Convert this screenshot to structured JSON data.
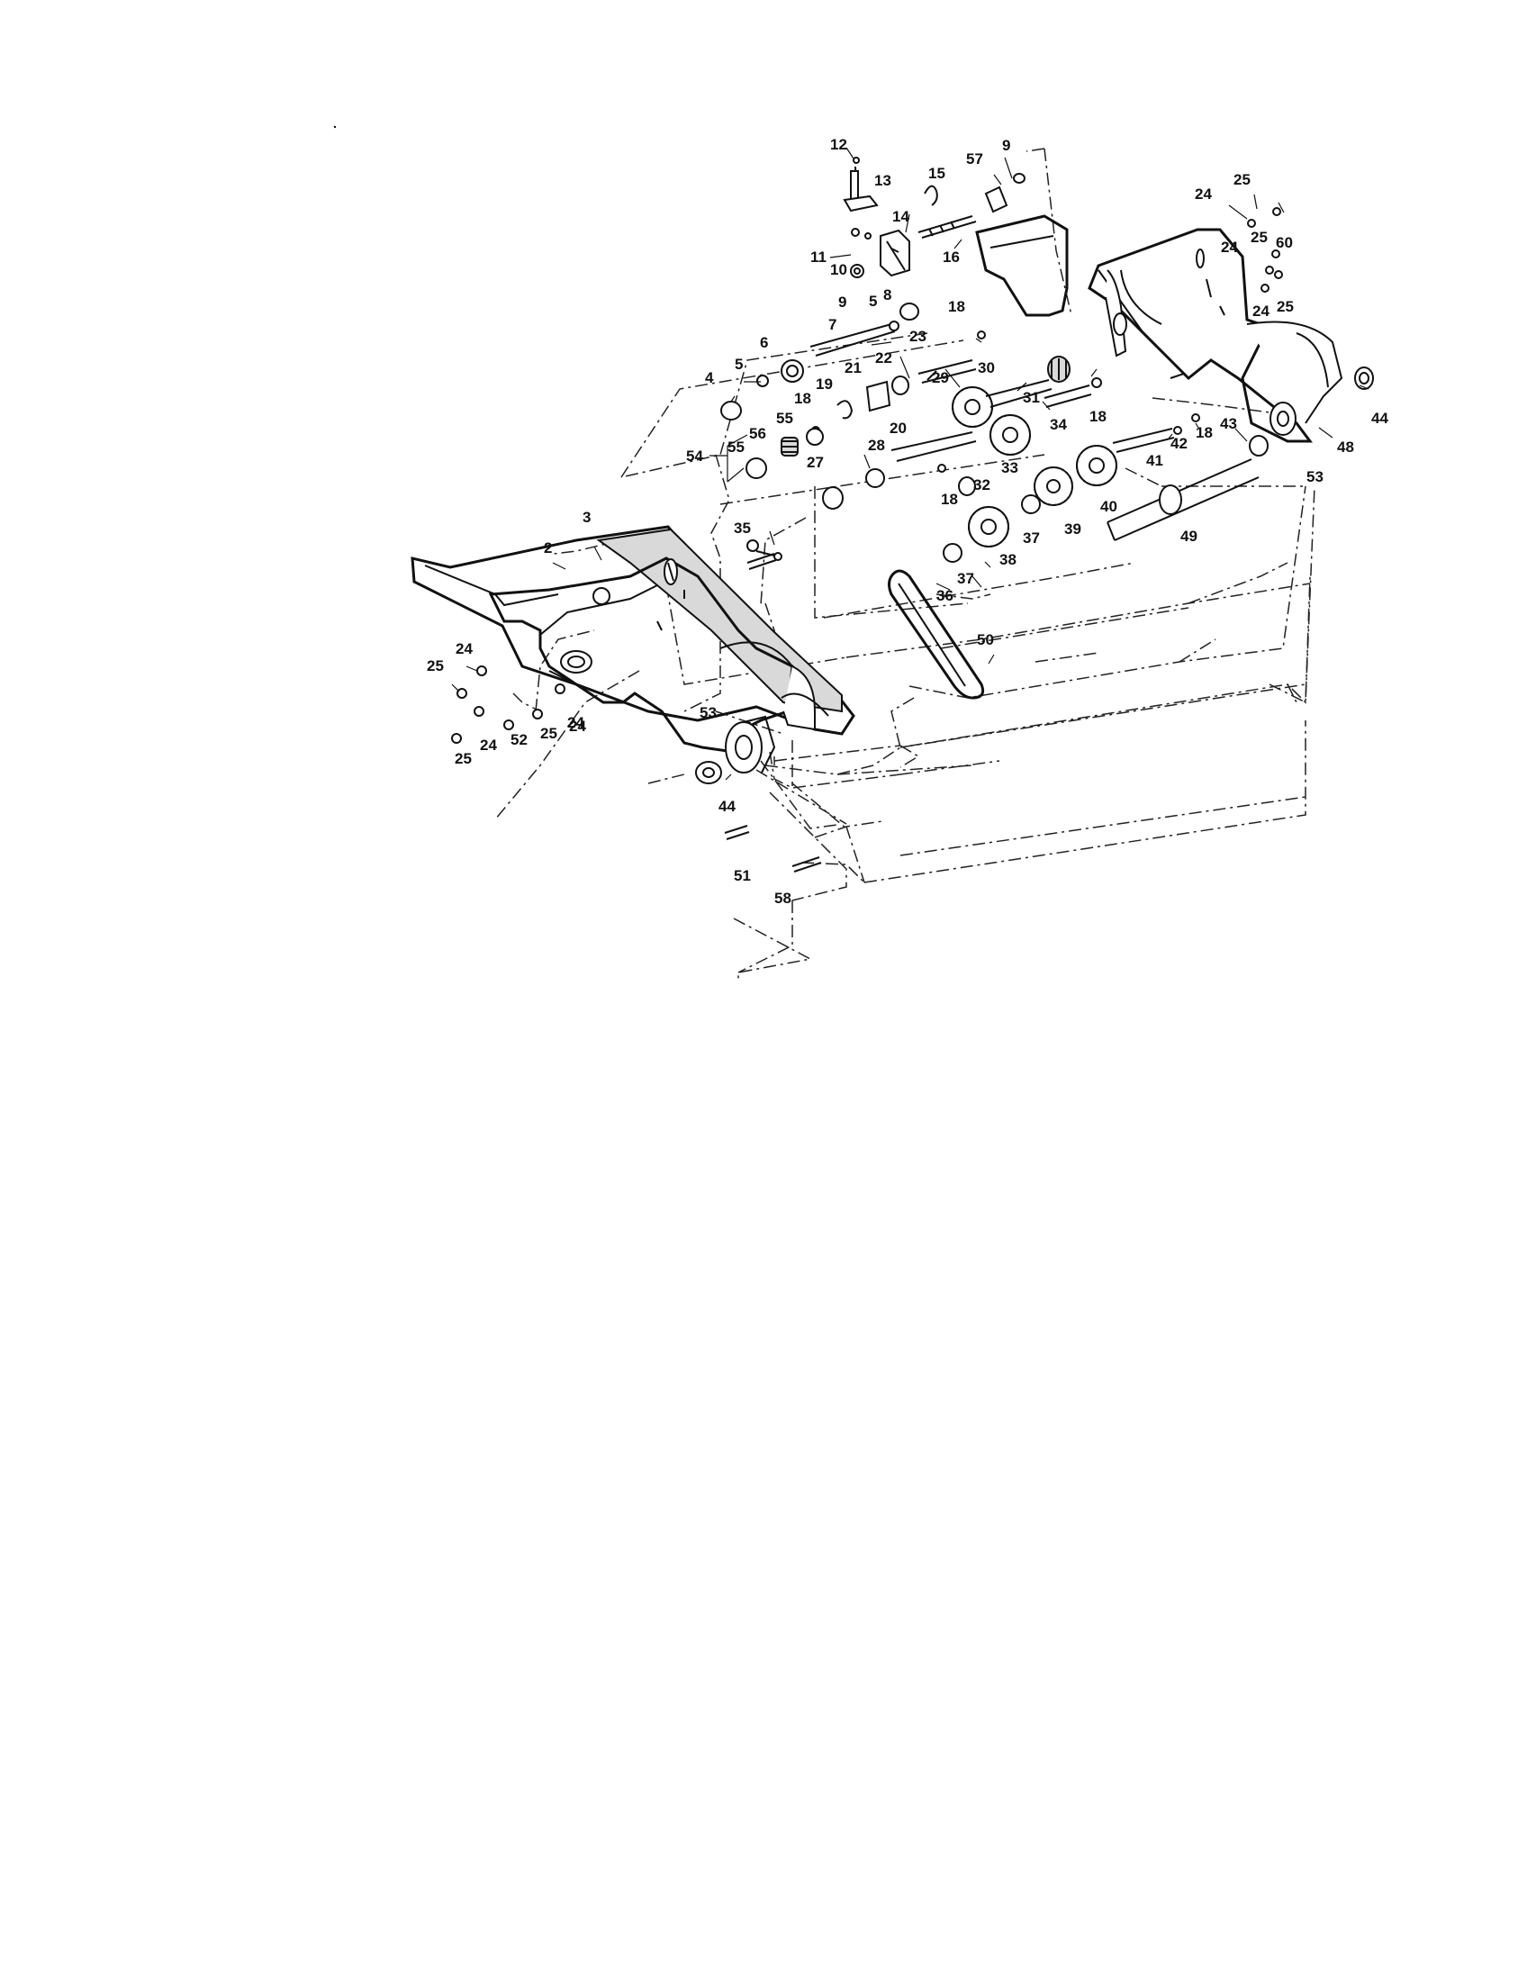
{
  "labels": [
    {
      "id": "12a",
      "text": "12"
    },
    {
      "id": "13a",
      "text": "13"
    },
    {
      "id": "15a",
      "text": "15"
    },
    {
      "id": "57a",
      "text": "57"
    },
    {
      "id": "9a",
      "text": "9"
    },
    {
      "id": "14a",
      "text": "14"
    },
    {
      "id": "11a",
      "text": "11"
    },
    {
      "id": "10a",
      "text": "10"
    },
    {
      "id": "16a",
      "text": "16"
    },
    {
      "id": "9b",
      "text": "9"
    },
    {
      "id": "8a",
      "text": "8"
    },
    {
      "id": "5a",
      "text": "5"
    },
    {
      "id": "18a",
      "text": "18"
    },
    {
      "id": "7a",
      "text": "7"
    },
    {
      "id": "23a",
      "text": "23"
    },
    {
      "id": "6a",
      "text": "6"
    },
    {
      "id": "22a",
      "text": "22"
    },
    {
      "id": "21a",
      "text": "21"
    },
    {
      "id": "30a",
      "text": "30"
    },
    {
      "id": "4a",
      "text": "4"
    },
    {
      "id": "5b",
      "text": "5"
    },
    {
      "id": "29a",
      "text": "29"
    },
    {
      "id": "19a",
      "text": "19"
    },
    {
      "id": "18b",
      "text": "18"
    },
    {
      "id": "55a",
      "text": "55"
    },
    {
      "id": "56a",
      "text": "56"
    },
    {
      "id": "55b",
      "text": "55"
    },
    {
      "id": "54a",
      "text": "54"
    },
    {
      "id": "20a",
      "text": "20"
    },
    {
      "id": "31a",
      "text": "31"
    },
    {
      "id": "18c",
      "text": "18"
    },
    {
      "id": "34a",
      "text": "34"
    },
    {
      "id": "28a",
      "text": "28"
    },
    {
      "id": "33a",
      "text": "33"
    },
    {
      "id": "27a",
      "text": "27"
    },
    {
      "id": "32a",
      "text": "32"
    },
    {
      "id": "18d",
      "text": "18"
    },
    {
      "id": "3a",
      "text": "3"
    },
    {
      "id": "35a",
      "text": "35"
    },
    {
      "id": "2a",
      "text": "2"
    },
    {
      "id": "38a",
      "text": "38"
    },
    {
      "id": "37a",
      "text": "37"
    },
    {
      "id": "39a",
      "text": "39"
    },
    {
      "id": "37b",
      "text": "37"
    },
    {
      "id": "36a",
      "text": "36"
    },
    {
      "id": "40a",
      "text": "40"
    },
    {
      "id": "41a",
      "text": "41"
    },
    {
      "id": "42a",
      "text": "42"
    },
    {
      "id": "18e",
      "text": "18"
    },
    {
      "id": "43a",
      "text": "43"
    },
    {
      "id": "49a",
      "text": "49"
    },
    {
      "id": "50a",
      "text": "50"
    },
    {
      "id": "24a",
      "text": "24"
    },
    {
      "id": "25a",
      "text": "25"
    },
    {
      "id": "24b",
      "text": "24"
    },
    {
      "id": "25b",
      "text": "25"
    },
    {
      "id": "24c",
      "text": "24"
    },
    {
      "id": "52a",
      "text": "52"
    },
    {
      "id": "25c",
      "text": "25"
    },
    {
      "id": "24d",
      "text": "24"
    },
    {
      "id": "53a",
      "text": "53"
    },
    {
      "id": "44a",
      "text": "44"
    },
    {
      "id": "51a",
      "text": "51"
    },
    {
      "id": "58a",
      "text": "58"
    },
    {
      "id": "25d",
      "text": "25"
    },
    {
      "id": "24e",
      "text": "24"
    },
    {
      "id": "25e",
      "text": "25"
    },
    {
      "id": "60a",
      "text": "60"
    },
    {
      "id": "24f",
      "text": "24"
    },
    {
      "id": "24g",
      "text": "24"
    },
    {
      "id": "25f",
      "text": "25"
    },
    {
      "id": "44b",
      "text": "44"
    },
    {
      "id": "48a",
      "text": "48"
    },
    {
      "id": "53b",
      "text": "53"
    }
  ]
}
